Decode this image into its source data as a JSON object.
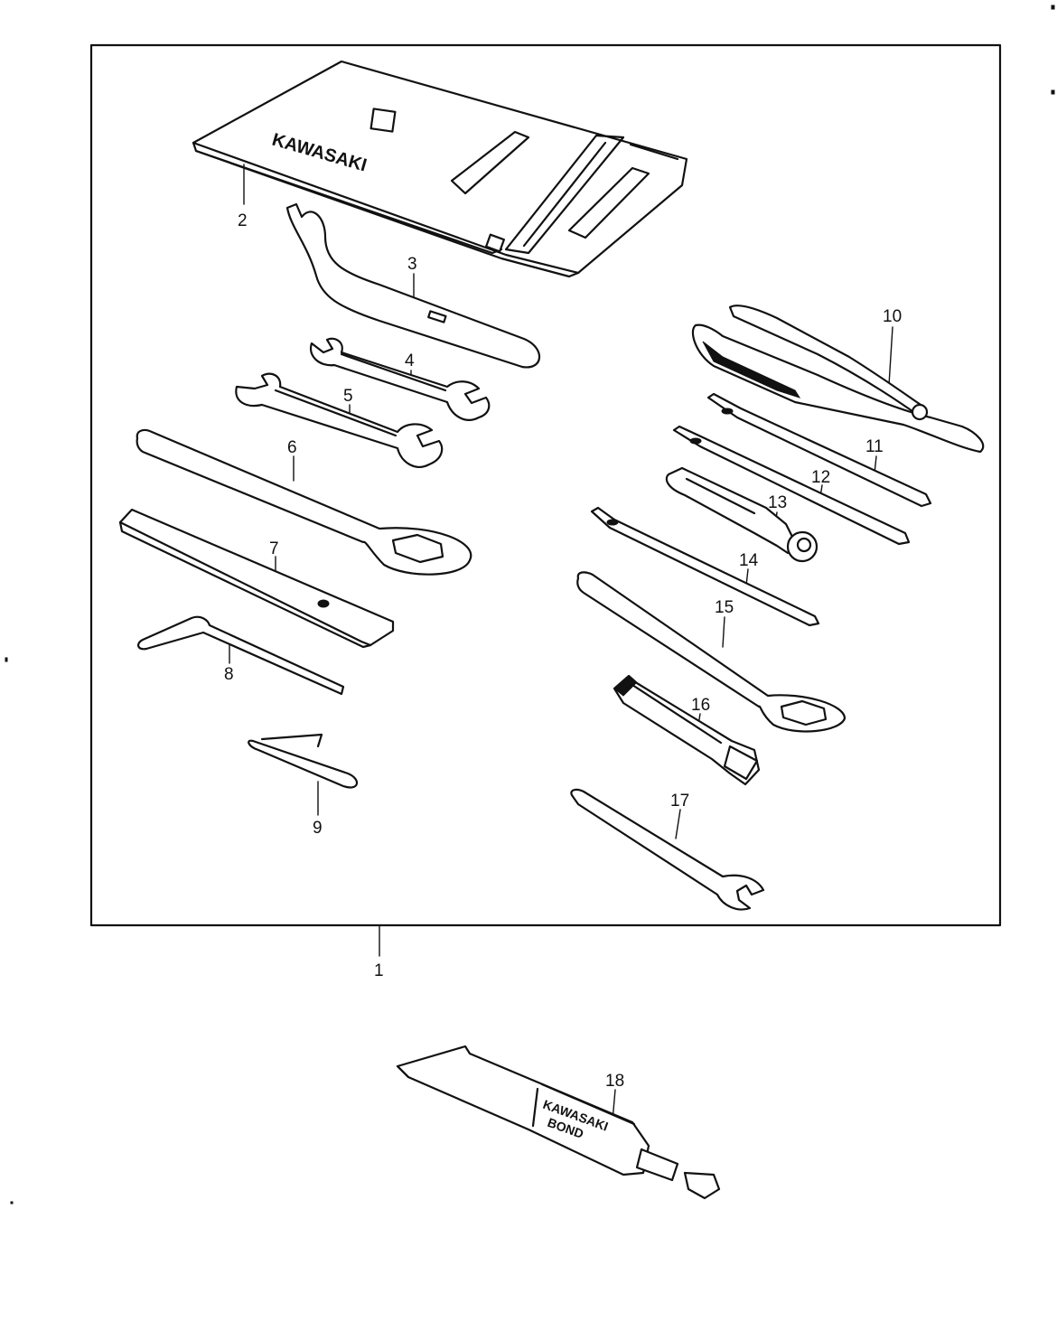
{
  "callouts": [
    {
      "id": "1",
      "text": "1"
    },
    {
      "id": "2",
      "text": "2"
    },
    {
      "id": "3",
      "text": "3"
    },
    {
      "id": "4",
      "text": "4"
    },
    {
      "id": "5",
      "text": "5"
    },
    {
      "id": "6",
      "text": "6"
    },
    {
      "id": "7",
      "text": "7"
    },
    {
      "id": "8",
      "text": "8"
    },
    {
      "id": "9",
      "text": "9"
    },
    {
      "id": "10",
      "text": "10"
    },
    {
      "id": "11",
      "text": "11"
    },
    {
      "id": "12",
      "text": "12"
    },
    {
      "id": "13",
      "text": "13"
    },
    {
      "id": "14",
      "text": "14"
    },
    {
      "id": "15",
      "text": "15"
    },
    {
      "id": "16",
      "text": "16"
    },
    {
      "id": "17",
      "text": "17"
    },
    {
      "id": "18",
      "text": "18"
    }
  ],
  "pouch_brand": "KAWASAKI",
  "tube_brand_line1": "KAWASAKI",
  "tube_brand_line2": "BOND"
}
